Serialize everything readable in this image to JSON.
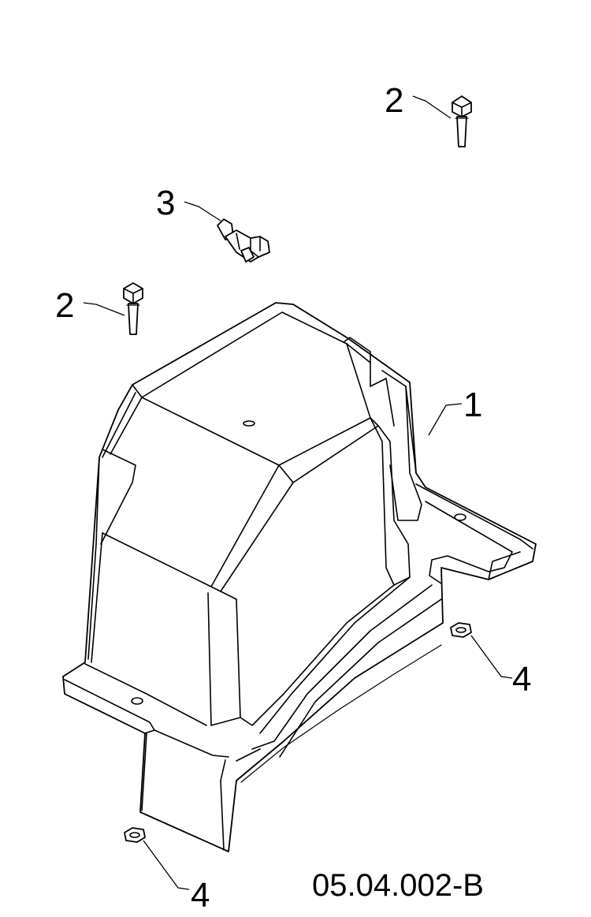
{
  "drawing_ref": "05.04.002-B",
  "callouts": {
    "cover": "1",
    "bolt_top": "2",
    "bolt_left": "2",
    "clip": "3",
    "nut_right": "4",
    "nut_bottom": "4"
  }
}
